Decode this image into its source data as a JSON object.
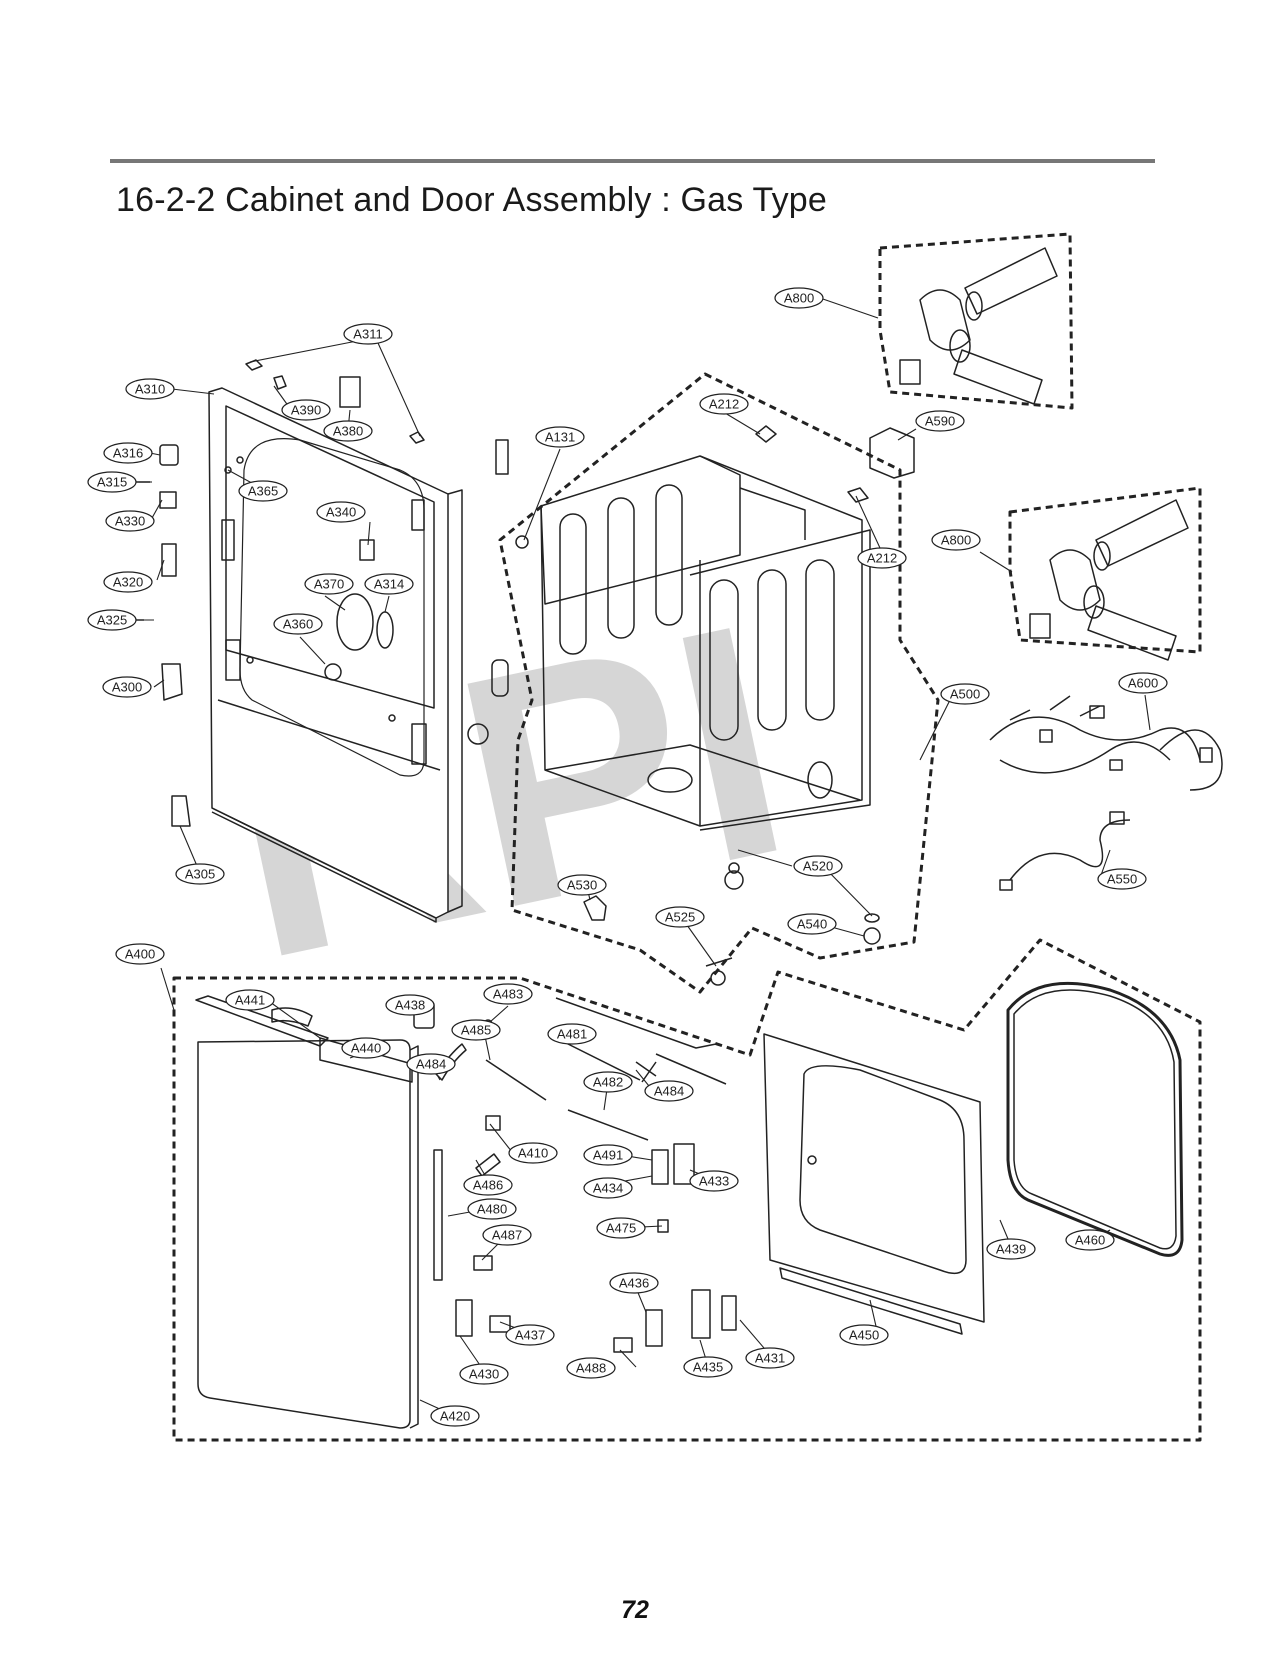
{
  "title": "16-2-2 Cabinet and Door Assembly : Gas Type",
  "page_number": "72",
  "watermark": "RPI",
  "colors": {
    "rule": "#777777",
    "line": "#222222",
    "watermark": "#d6d6d6"
  },
  "callouts": [
    {
      "id": "c1",
      "label": "A311"
    },
    {
      "id": "c2",
      "label": "A310"
    },
    {
      "id": "c3",
      "label": "A390"
    },
    {
      "id": "c4",
      "label": "A380"
    },
    {
      "id": "c5",
      "label": "A316"
    },
    {
      "id": "c6",
      "label": "A315"
    },
    {
      "id": "c7",
      "label": "A365"
    },
    {
      "id": "c8",
      "label": "A330"
    },
    {
      "id": "c9",
      "label": "A340"
    },
    {
      "id": "c10",
      "label": "A320"
    },
    {
      "id": "c11",
      "label": "A370"
    },
    {
      "id": "c12",
      "label": "A314"
    },
    {
      "id": "c13",
      "label": "A325"
    },
    {
      "id": "c14",
      "label": "A360"
    },
    {
      "id": "c15",
      "label": "A300"
    },
    {
      "id": "c16",
      "label": "A305"
    },
    {
      "id": "c17",
      "label": "A131"
    },
    {
      "id": "c18",
      "label": "A212"
    },
    {
      "id": "c19",
      "label": "A212"
    },
    {
      "id": "c20",
      "label": "A590"
    },
    {
      "id": "c21",
      "label": "A800"
    },
    {
      "id": "c22",
      "label": "A800"
    },
    {
      "id": "c23",
      "label": "A500"
    },
    {
      "id": "c24",
      "label": "A600"
    },
    {
      "id": "c25",
      "label": "A550"
    },
    {
      "id": "c26",
      "label": "A530"
    },
    {
      "id": "c27",
      "label": "A520"
    },
    {
      "id": "c28",
      "label": "A525"
    },
    {
      "id": "c29",
      "label": "A540"
    },
    {
      "id": "c30",
      "label": "A400"
    },
    {
      "id": "c31",
      "label": "A441"
    },
    {
      "id": "c32",
      "label": "A438"
    },
    {
      "id": "c33",
      "label": "A483"
    },
    {
      "id": "c34",
      "label": "A485"
    },
    {
      "id": "c35",
      "label": "A481"
    },
    {
      "id": "c36",
      "label": "A440"
    },
    {
      "id": "c37",
      "label": "A484"
    },
    {
      "id": "c38",
      "label": "A482"
    },
    {
      "id": "c39",
      "label": "A484"
    },
    {
      "id": "c40",
      "label": "A410"
    },
    {
      "id": "c41",
      "label": "A491"
    },
    {
      "id": "c42",
      "label": "A434"
    },
    {
      "id": "c43",
      "label": "A433"
    },
    {
      "id": "c44",
      "label": "A486"
    },
    {
      "id": "c45",
      "label": "A480"
    },
    {
      "id": "c46",
      "label": "A475"
    },
    {
      "id": "c47",
      "label": "A487"
    },
    {
      "id": "c48",
      "label": "A436"
    },
    {
      "id": "c49",
      "label": "A437"
    },
    {
      "id": "c50",
      "label": "A488"
    },
    {
      "id": "c51",
      "label": "A435"
    },
    {
      "id": "c52",
      "label": "A431"
    },
    {
      "id": "c53",
      "label": "A430"
    },
    {
      "id": "c54",
      "label": "A420"
    },
    {
      "id": "c55",
      "label": "A450"
    },
    {
      "id": "c56",
      "label": "A439"
    },
    {
      "id": "c57",
      "label": "A460"
    }
  ]
}
